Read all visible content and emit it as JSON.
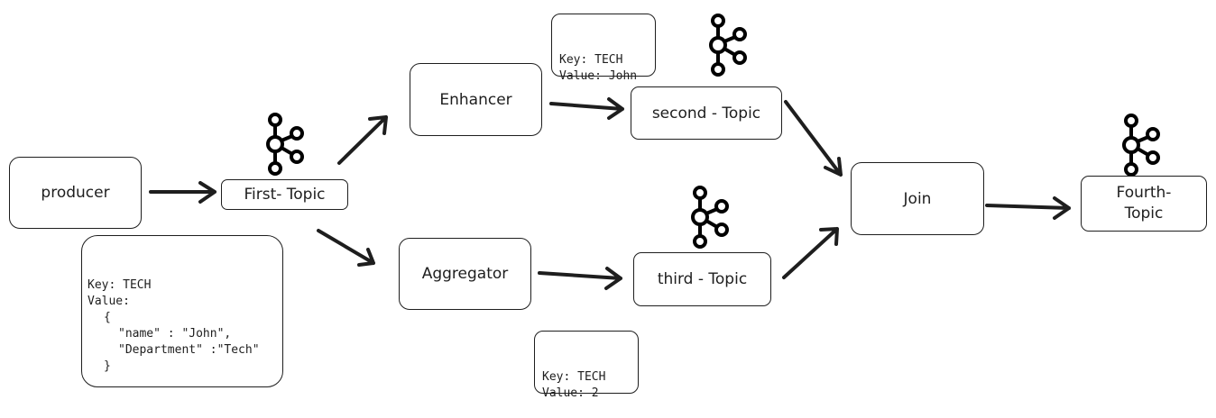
{
  "nodes": {
    "producer": "producer",
    "first_topic": "First- Topic",
    "enhancer": "Enhancer",
    "aggregator": "Aggregator",
    "second_topic": "second - Topic",
    "third_topic": "third - Topic",
    "join": "Join",
    "fourth_topic_line1": "Fourth-",
    "fourth_topic_line2": "Topic"
  },
  "notes": {
    "producer_message": {
      "key": "Key: TECH",
      "value_label": "Value:",
      "open_brace": "{",
      "name_field": "\"name\" : \"John\",",
      "department_field": "\"Department\" :\"Tech\"",
      "close_brace": "}"
    },
    "enhancer_message": {
      "key": "Key: TECH",
      "value": "Value: John"
    },
    "aggregator_message": {
      "key": "Key: TECH",
      "value": "Value: 2"
    }
  },
  "icons": {
    "topic_icon": "kafka-icon"
  },
  "colors": {
    "stroke": "#1e1e1e",
    "background": "#ffffff"
  }
}
